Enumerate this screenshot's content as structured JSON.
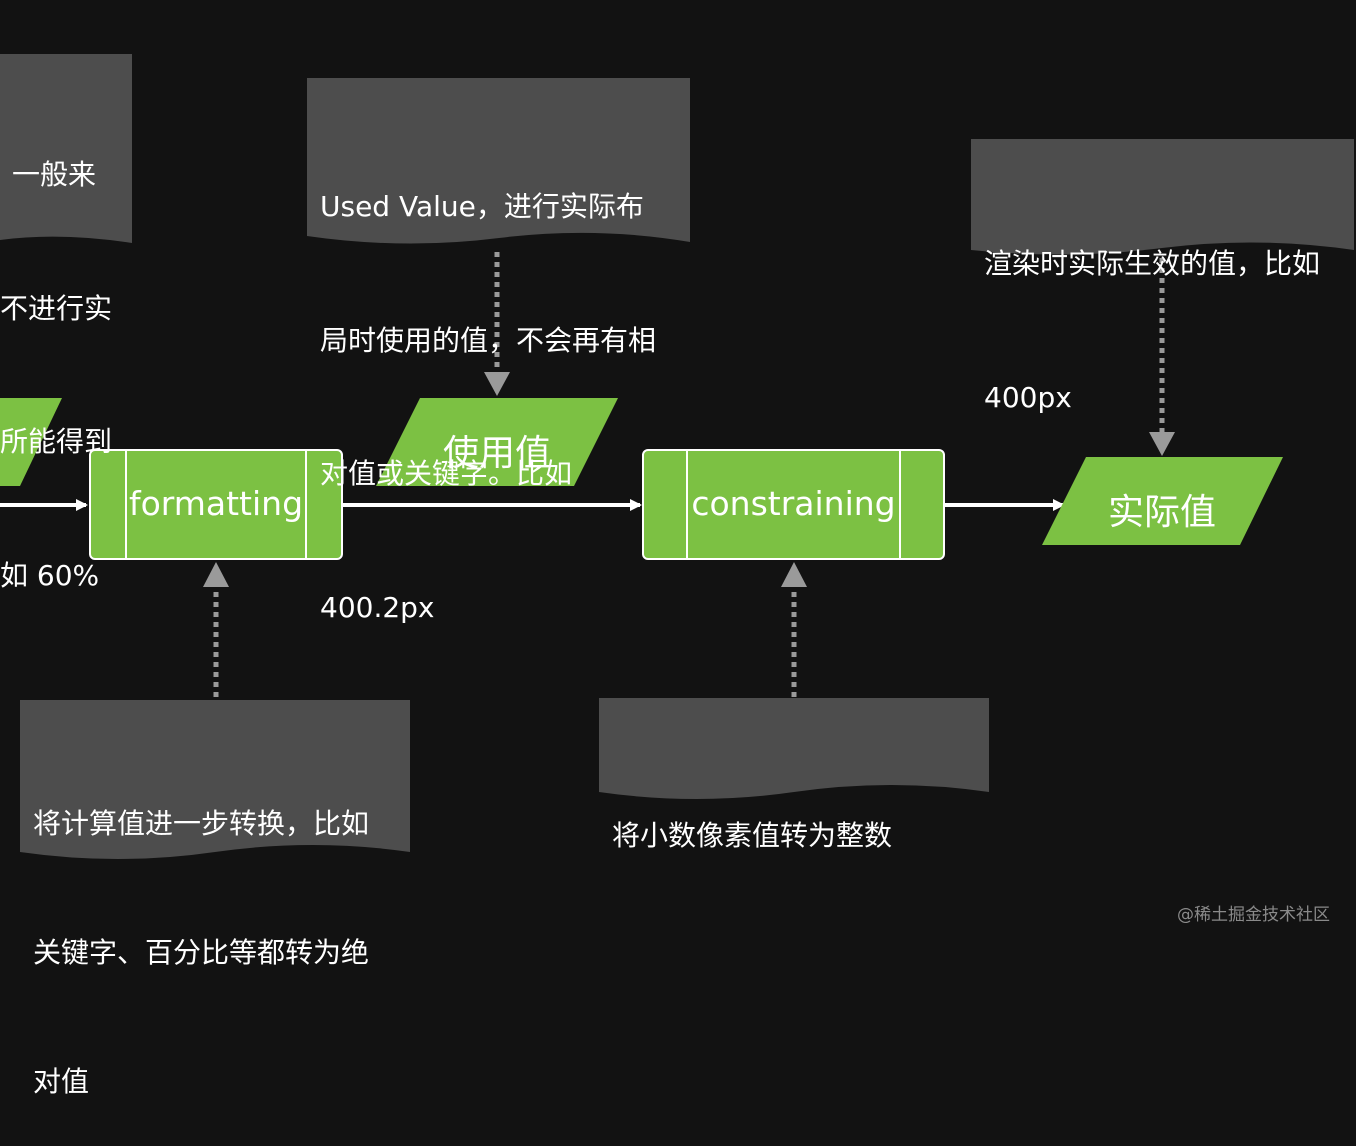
{
  "colors": {
    "background": "#121212",
    "shape_fill": "#7cc143",
    "shape_border": "#ffffff",
    "note_fill": "#4d4d4d",
    "connector": "#ffffff",
    "dotted_connector": "#9a9a9a",
    "text": "#ffffff",
    "watermark": "#8a8a8a"
  },
  "diagram": {
    "processes": [
      {
        "id": "formatting",
        "label": "formatting"
      },
      {
        "id": "constraining",
        "label": "constraining"
      }
    ],
    "data_nodes": [
      {
        "id": "computed",
        "label": ""
      },
      {
        "id": "used",
        "label": "使用值"
      },
      {
        "id": "actual",
        "label": "实际值"
      }
    ],
    "notes": {
      "computed_note": {
        "lines": [
          "一般来",
          "不进行实",
          "所能得到",
          "如 60%"
        ]
      },
      "used_note": {
        "lines": [
          "Used Value，进行实际布",
          "局时使用的值，不会再有相",
          "对值或关键字。比如",
          "400.2px"
        ]
      },
      "actual_note": {
        "lines": [
          "渲染时实际生效的值，比如",
          "400px"
        ]
      },
      "formatting_note": {
        "lines": [
          "将计算值进一步转换，比如",
          "关键字、百分比等都转为绝",
          "对值"
        ]
      },
      "constraining_note": {
        "lines": [
          "将小数像素值转为整数"
        ]
      }
    },
    "edges": [
      {
        "from": "computed",
        "to": "formatting",
        "style": "solid"
      },
      {
        "from": "formatting",
        "to": "constraining",
        "style": "solid"
      },
      {
        "from": "constraining",
        "to": "actual",
        "style": "solid"
      },
      {
        "from": "used_note",
        "to": "used",
        "style": "dotted"
      },
      {
        "from": "actual_note",
        "to": "actual",
        "style": "dotted"
      },
      {
        "from": "formatting_note",
        "to": "formatting",
        "style": "dotted"
      },
      {
        "from": "constraining_note",
        "to": "constraining",
        "style": "dotted"
      }
    ]
  },
  "watermark": "@稀土掘金技术社区"
}
